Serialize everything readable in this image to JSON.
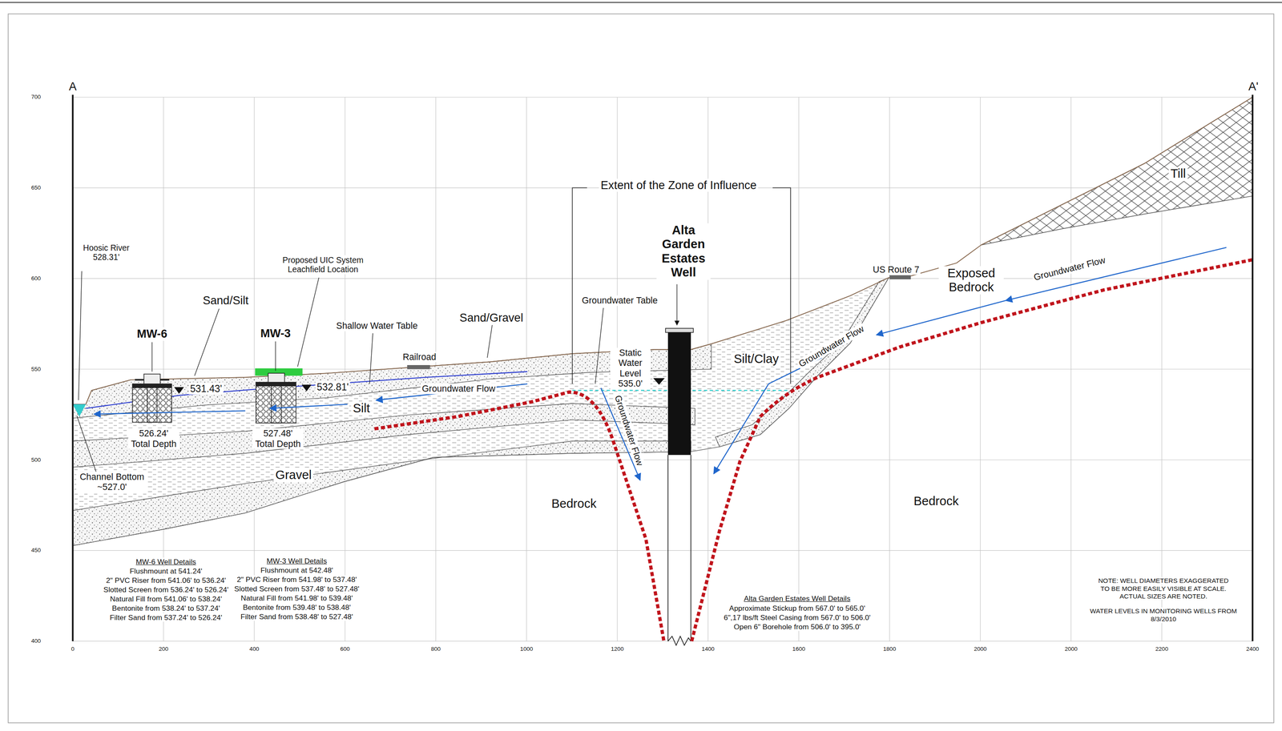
{
  "diagram": {
    "labels": [
      "A",
      "A'",
      "700",
      "650",
      "600",
      "550",
      "500",
      "450",
      "400",
      "0",
      "200",
      "400",
      "600",
      "800",
      "1000",
      "1200",
      "1400",
      "1600",
      "1800",
      "2000",
      "2000",
      "2200",
      "2400",
      "Hoosic River 528.31'",
      "Proposed UIC System Leachfield Location",
      "Sand/Silt",
      "MW-6",
      "MW-3",
      "Shallow Water Table",
      "Railroad",
      "Sand/Gravel",
      "Extent of the Zone of Influence",
      "Alta Garden Estates Well",
      "Groundwater Table",
      "Static Water Level 535.0'",
      "US Route 7",
      "Exposed Bedrock",
      "Groundwater Flow",
      "Silt/Clay",
      "Groundwater Flow",
      "Groundwater Flow",
      "Groundwater Flow",
      "Till",
      "531.43'",
      "532.81'",
      "Silt",
      "526.24' Total Depth",
      "527.48' Total Depth",
      "Channel Bottom ~527.0'",
      "Gravel",
      "Bedrock",
      "Bedrock",
      "MW-6 Well Details",
      "Flushmount at 541.24'",
      "2\" PVC Riser from 541.06' to 536.24'",
      "Slotted Screen from 536.24' to 526.24'",
      "Natural Fill from 541.06' to 538.24'",
      "Bentonite from 538.24' to 537.24'",
      "Filter Sand from 537.24' to 526.24'",
      "MW-3 Well Details",
      "Flushmount at 542.48'",
      "2\" PVC Riser from 541.98' to 537.48'",
      "Slotted Screen from 537.48' to 527.48'",
      "Natural Fill from 541.98' to 539.48'",
      "Bentonite from 539.48' to 538.48'",
      "Filter Sand from 538.48' to 527.48'",
      "Alta Garden Estates Well Details",
      "Approximate Stickup from 567.0' to 565.0'",
      "6\",17 lbs/ft Steel Casing from 567.0' to 506.0'",
      "Open 6\" Borehole from 506.0' to 395.0'",
      "NOTE: WELL DIAMETERS EXAGGERATED",
      "TO BE MORE EASILY VISIBLE AT SCALE.",
      "ACTUAL SIZES ARE NOTED.",
      "WATER LEVELS IN MONITORING WELLS FROM",
      "8/3/2010"
    ]
  }
}
